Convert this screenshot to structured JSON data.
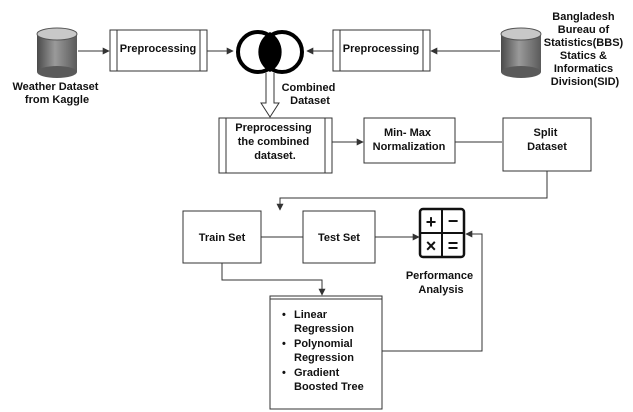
{
  "nodes": {
    "weather_dataset": [
      "Weather Dataset",
      "from Kaggle"
    ],
    "bbs_dataset": [
      "Bangladesh",
      "Bureau of",
      "Statistics(BBS)",
      "Statics &",
      "Informatics",
      "Division(SID)"
    ],
    "preprocess_left": [
      "Preprocessing"
    ],
    "preprocess_right": [
      "Preprocessing"
    ],
    "combined_dataset": [
      "Combined",
      "Dataset"
    ],
    "preprocess_combined": [
      "Preprocessing",
      "the combined",
      "dataset."
    ],
    "minmax": [
      "Min- Max",
      "Normalization"
    ],
    "split": [
      "Split",
      "Dataset"
    ],
    "train_set": [
      "Train Set"
    ],
    "test_set": [
      "Test Set"
    ],
    "performance": [
      "Performance",
      "Analysis"
    ],
    "models": [
      "Linear Regression",
      "Polynomial Regression",
      "Gradient Boosted Tree"
    ]
  },
  "models_wrapped": [
    [
      "Linear",
      "Regression"
    ],
    [
      "Polynomial",
      "Regression"
    ],
    [
      "Gradient",
      "Boosted Tree"
    ]
  ],
  "calculator_symbols": [
    "+",
    "−",
    "×",
    "="
  ],
  "colors": {
    "line": "#333333",
    "text": "#111111",
    "cylinder_dark": "#555555",
    "cylinder_light": "#c8c8c8",
    "venn": "#000000"
  }
}
